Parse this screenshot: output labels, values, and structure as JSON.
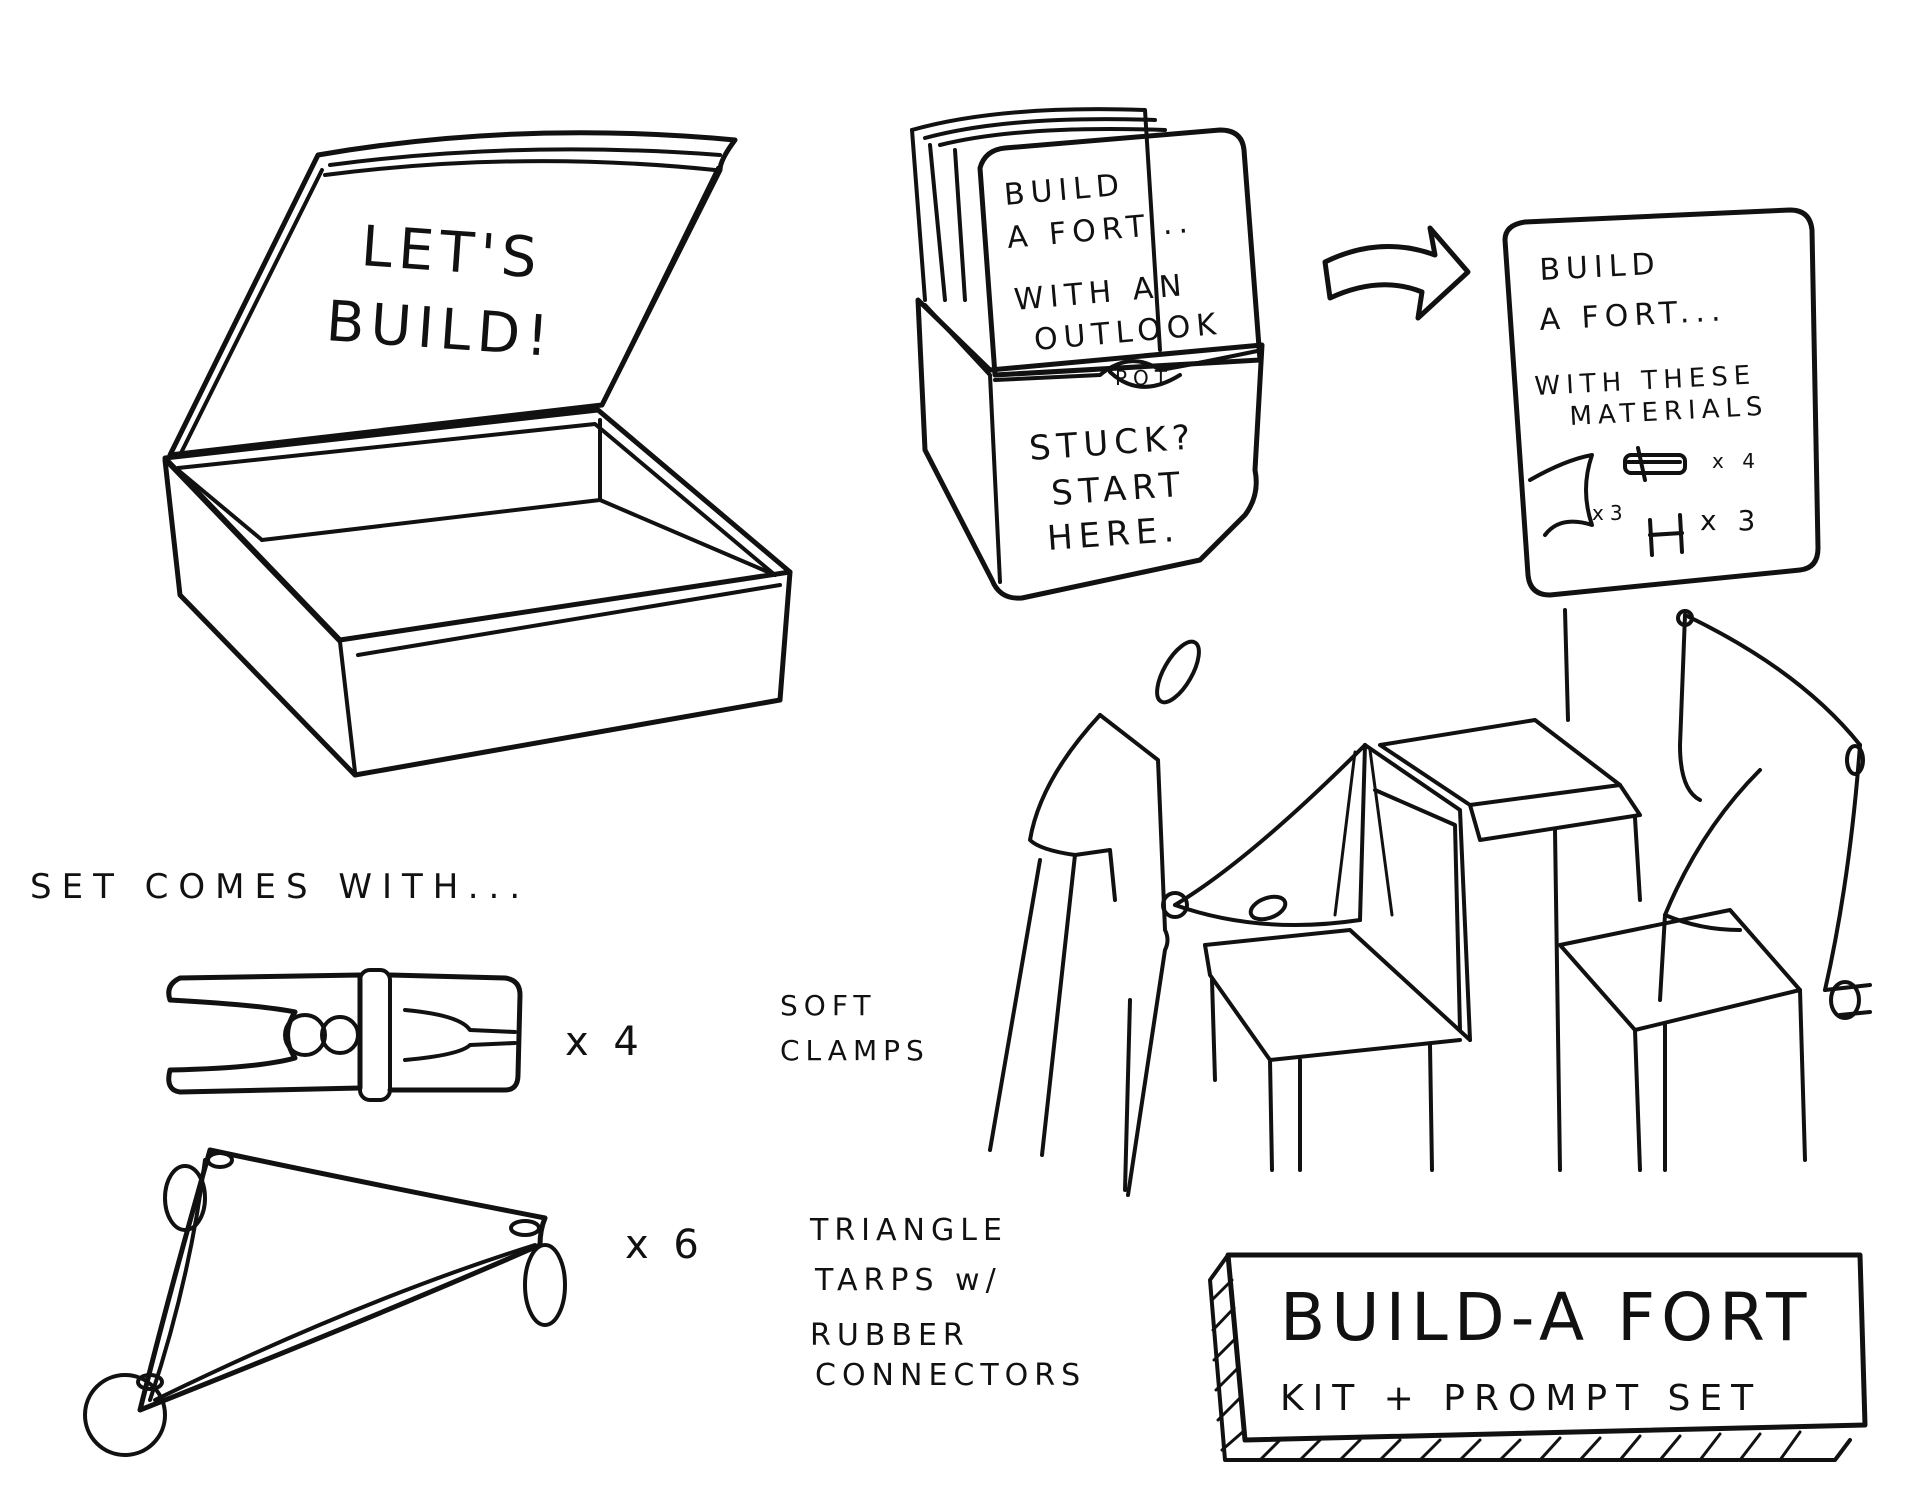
{
  "box_lid": {
    "line1": "LET'S",
    "line2": "BUILD!"
  },
  "deck_card": {
    "line1": "BUILD",
    "line2": "A FORT...",
    "line3": "WITH AN",
    "line4": "OUTLOOK",
    "line5": "POT"
  },
  "deck_holder": {
    "line1": "STUCK?",
    "line2": "START",
    "line3": "HERE."
  },
  "materials_card": {
    "line1": "BUILD",
    "line2": "A FORT...",
    "line3": "WITH THESE",
    "line4": "MATERIALS",
    "qty_clamps": "x 4",
    "qty_tarps": "x3",
    "qty_connectors": "x 3"
  },
  "contents": {
    "heading": "SET COMES WITH...",
    "clamps_qty": "x 4",
    "clamps_label_1": "SOFT",
    "clamps_label_2": "CLAMPS",
    "tarps_qty": "x 6",
    "tarps_label_1": "TRIANGLE",
    "tarps_label_2": "TARPS w/",
    "tarps_label_3": "RUBBER",
    "tarps_label_4": "CONNECTORS"
  },
  "product": {
    "title": "BUILD-A FORT",
    "subtitle": "KIT + PROMPT SET"
  },
  "colors": {
    "ink": "#111111",
    "paper": "#ffffff"
  }
}
